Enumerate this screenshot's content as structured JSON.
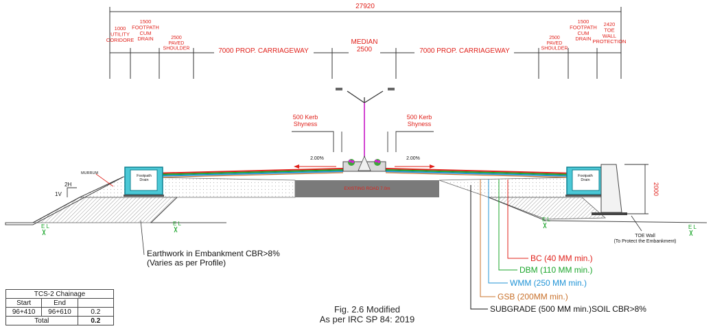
{
  "overall_width": "27920",
  "dims": {
    "utility": "1000\nUTILITY\nCORIDORE",
    "footpath_left": "1500\nFOOTPATH\nCUM\nDRAIN",
    "paved_left": "2500\nPAVED\nSHOULDER",
    "carriageway_left": "7000 PROP. CARRIAGEWAY",
    "median": "MEDIAN\n2500",
    "carriageway_right": "7000 PROP. CARRIAGEWAY",
    "paved_right": "2500\nPAVED\nSHOULDER",
    "footpath_right": "1500\nFOOTPATH\nCUM\nDRAIN",
    "toe_wall": "2420\nTOE\nWALL\nPROTECTION"
  },
  "kerb_left": "500 Kerb\nShyness",
  "kerb_right": "500 Kerb\nShyness",
  "slope_left": "2.00%",
  "slope_right": "2.00%",
  "murrum": "MURRUM",
  "slope_2h": "2H",
  "slope_1v": "1V",
  "footpath_drain_left": "Footpath\nDrain",
  "footpath_drain_right": "Footpath\nDrain",
  "existing_road": "EXISTING ROAD 7.0m",
  "height_2000": "2000",
  "el_label": "E L",
  "toe_wall_note": "TOE Wall\n(To Protect the Embankment)",
  "earthwork_note": "Earthwork in Embankment CBR>8%\n(Varies as per Profile)",
  "layers": [
    {
      "label": "BC (40 MM min.)",
      "color": "#e0201a"
    },
    {
      "label": "DBM (110 MM min.)",
      "color": "#1aa52a"
    },
    {
      "label": "WMM (250 MM min.)",
      "color": "#1f93d6"
    },
    {
      "label": "GSB (200MM min.)",
      "color": "#c8702a"
    },
    {
      "label": "SUBGRADE (500 MM min.)SOIL CBR>8%",
      "color": "#111111"
    }
  ],
  "figure_caption": "Fig. 2.6 Modified\nAs per IRC SP 84: 2019",
  "chainage_table": {
    "title": "TCS-2 Chainage",
    "headers": [
      "Start",
      "End",
      ""
    ],
    "rows": [
      [
        "96+410",
        "96+610",
        "0.2"
      ]
    ],
    "total_label": "Total",
    "total_value": "0.2"
  }
}
